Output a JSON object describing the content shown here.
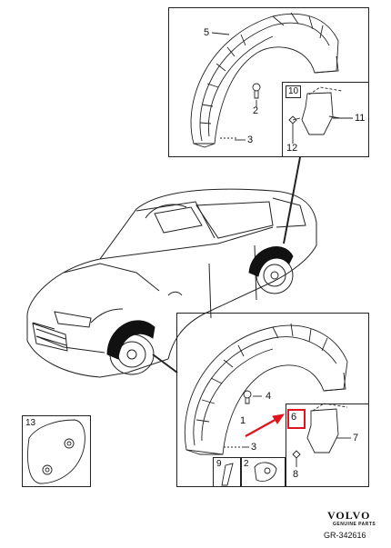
{
  "diagram": {
    "callouts": [
      "1",
      "2",
      "3",
      "4",
      "5",
      "6",
      "7",
      "8",
      "9",
      "10",
      "11",
      "12",
      "13"
    ],
    "upper_panel": {
      "part_labels": [
        "5",
        "2",
        "3",
        "11",
        "12"
      ],
      "inset_label": "10"
    },
    "lower_panel": {
      "part_labels": [
        "1",
        "4",
        "3",
        "7",
        "8"
      ],
      "inset_label": "6",
      "small_boxes": [
        "9",
        "2"
      ]
    },
    "side_panel": {
      "label": "13"
    },
    "highlight_color": "#e0141e"
  },
  "footer": {
    "brand": "VOLVO",
    "brand_sub": "GENUINE PARTS",
    "reference": "GR-342616"
  }
}
